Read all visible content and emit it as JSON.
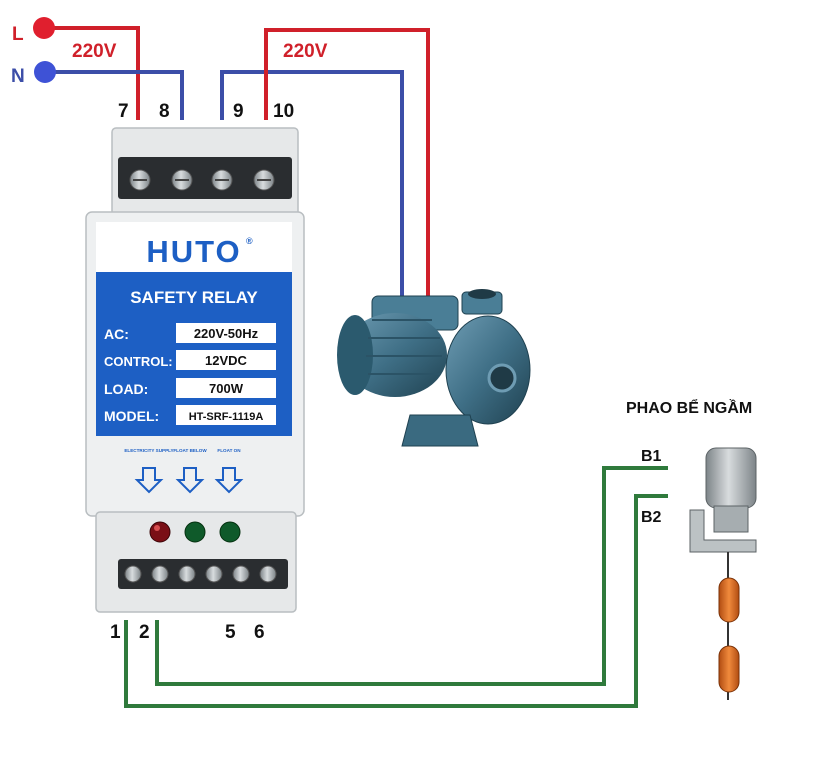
{
  "supply": {
    "line_label": "L",
    "neutral_label": "N",
    "voltage_label_left": "220V",
    "voltage_label_right": "220V"
  },
  "terminals": {
    "t7": "7",
    "t8": "8",
    "t9": "9",
    "t10": "10",
    "t1": "1",
    "t2": "2",
    "t5": "5",
    "t6": "6"
  },
  "relay": {
    "brand": "HUTO",
    "brand_mark": "®",
    "title": "SAFETY RELAY",
    "rows": [
      {
        "key": "AC:",
        "value": "220V-50Hz"
      },
      {
        "key": "CONTROL:",
        "value": "12VDC"
      },
      {
        "key": "LOAD:",
        "value": "700W"
      },
      {
        "key": "MODEL:",
        "value": "HT-SRF-1119A"
      }
    ],
    "indicators": [
      {
        "label": "ELECTRICITY SUPPLY"
      },
      {
        "label": "FLOAT BELOW"
      },
      {
        "label": "FLOAT ON"
      }
    ]
  },
  "float_switch": {
    "title": "PHAO BỂ NGẦM",
    "b1": "B1",
    "b2": "B2"
  },
  "colors": {
    "line": "#d0202a",
    "neutral": "#3c4ea8",
    "control": "#2f7a3c",
    "panel_blue": "#1d5fc4",
    "pump": "#3f6f86",
    "float": "#e8702a"
  }
}
